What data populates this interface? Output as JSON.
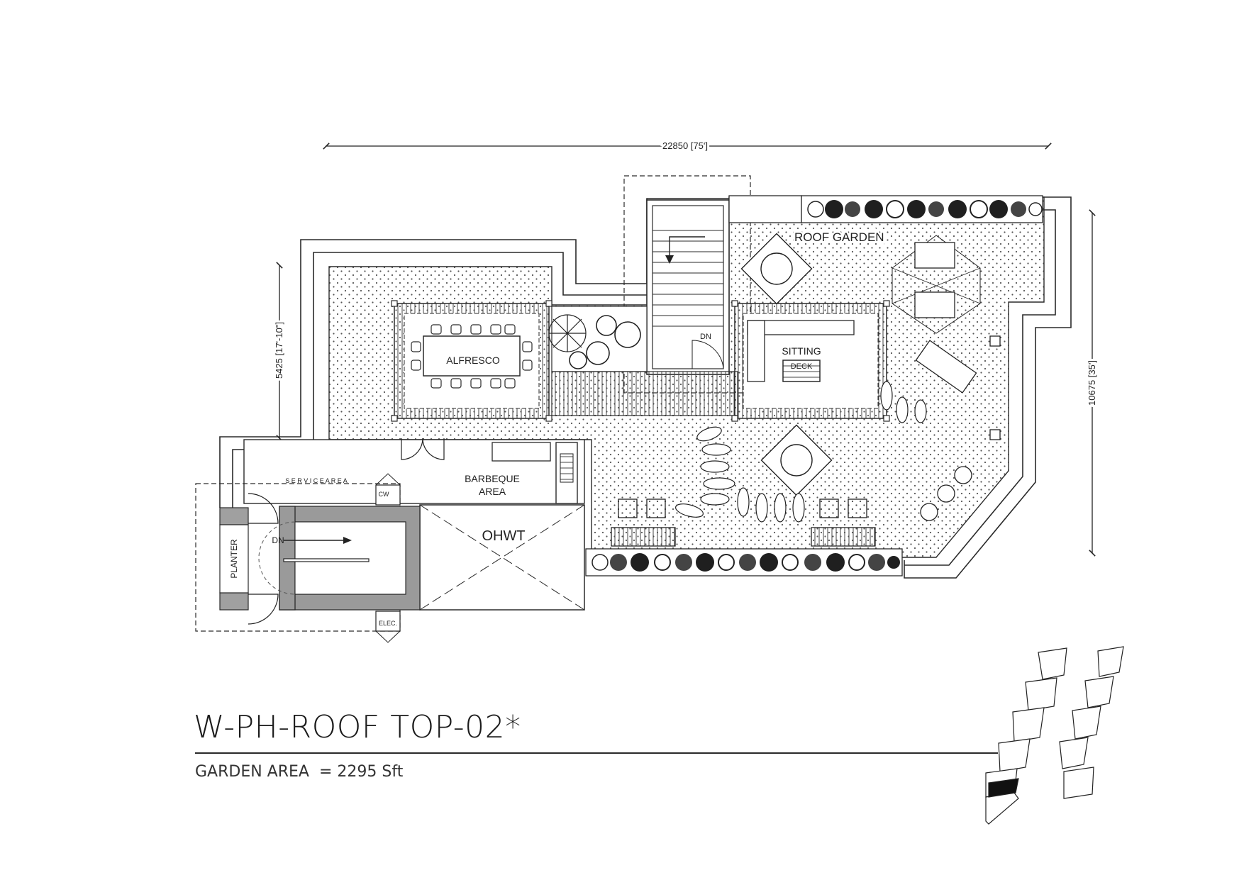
{
  "drawing": {
    "title": "W-PH-ROOF TOP-02*",
    "garden_area_label": "GARDEN AREA",
    "garden_area_value": "= 2295 Sft"
  },
  "dimensions": {
    "width": "22850 [75']",
    "depth": "10675 [35']",
    "left_wing": "5425 [17'-10\"]"
  },
  "rooms": {
    "roof_garden": "ROOF GARDEN",
    "alfresco": "ALFRESCO",
    "sitting": "SITTING",
    "deck": "DECK",
    "barbeque": "BARBEQUE",
    "barbeque_area": "AREA",
    "ohwt": "OHWT",
    "service_area": "S E R V I C E   A R E A",
    "planter": "PLANTER",
    "dn_main": "DN",
    "dn_upper": "DN",
    "cw": "CW",
    "elec": "ELEC."
  },
  "colors": {
    "line": "#2a2a2a",
    "wall_fill": "#9a9a9a",
    "highlight_unit": "#111111"
  }
}
